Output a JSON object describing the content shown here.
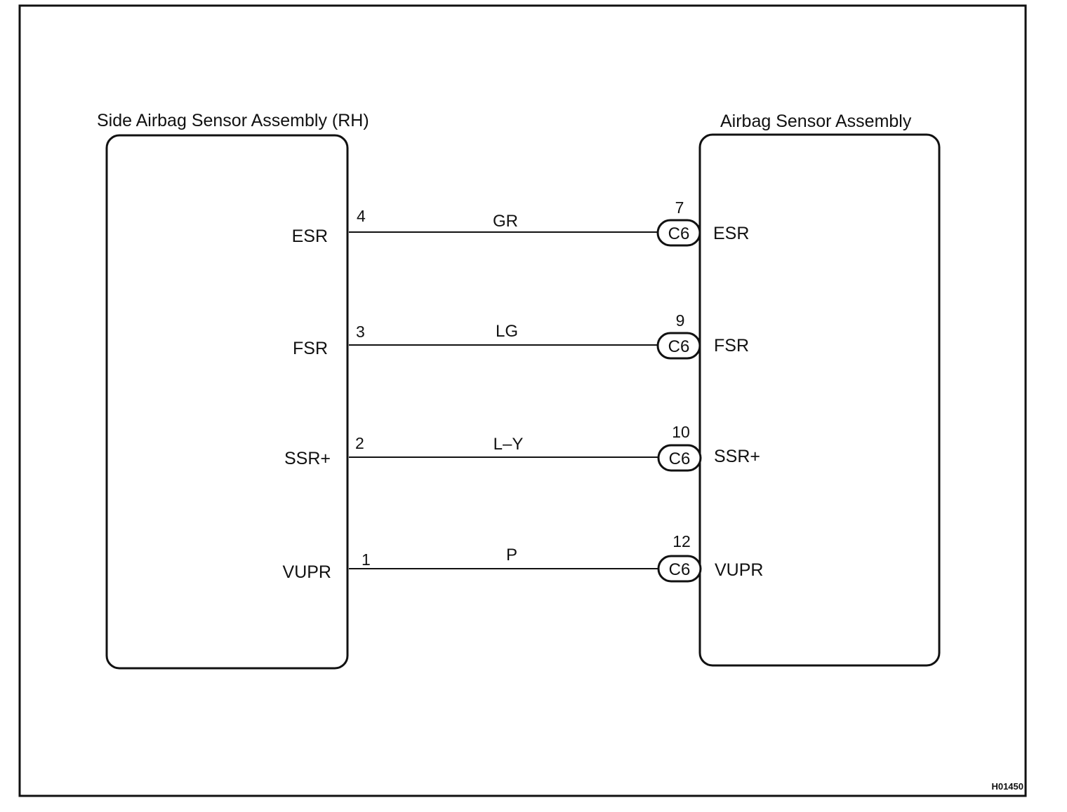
{
  "left_component": {
    "title": "Side Airbag Sensor Assembly (RH)",
    "pins": [
      {
        "name": "ESR",
        "number": "4"
      },
      {
        "name": "FSR",
        "number": "3"
      },
      {
        "name": "SSR+",
        "number": "2"
      },
      {
        "name": "VUPR",
        "number": "1"
      }
    ]
  },
  "right_component": {
    "title": "Airbag Sensor Assembly",
    "pins": [
      {
        "name": "ESR",
        "number": "7",
        "connector": "C6"
      },
      {
        "name": "FSR",
        "number": "9",
        "connector": "C6"
      },
      {
        "name": "SSR+",
        "number": "10",
        "connector": "C6"
      },
      {
        "name": "VUPR",
        "number": "12",
        "connector": "C6"
      }
    ]
  },
  "wires": [
    {
      "color": "GR"
    },
    {
      "color": "LG"
    },
    {
      "color": "L–Y"
    },
    {
      "color": "P"
    }
  ],
  "figure_id": "H01450"
}
